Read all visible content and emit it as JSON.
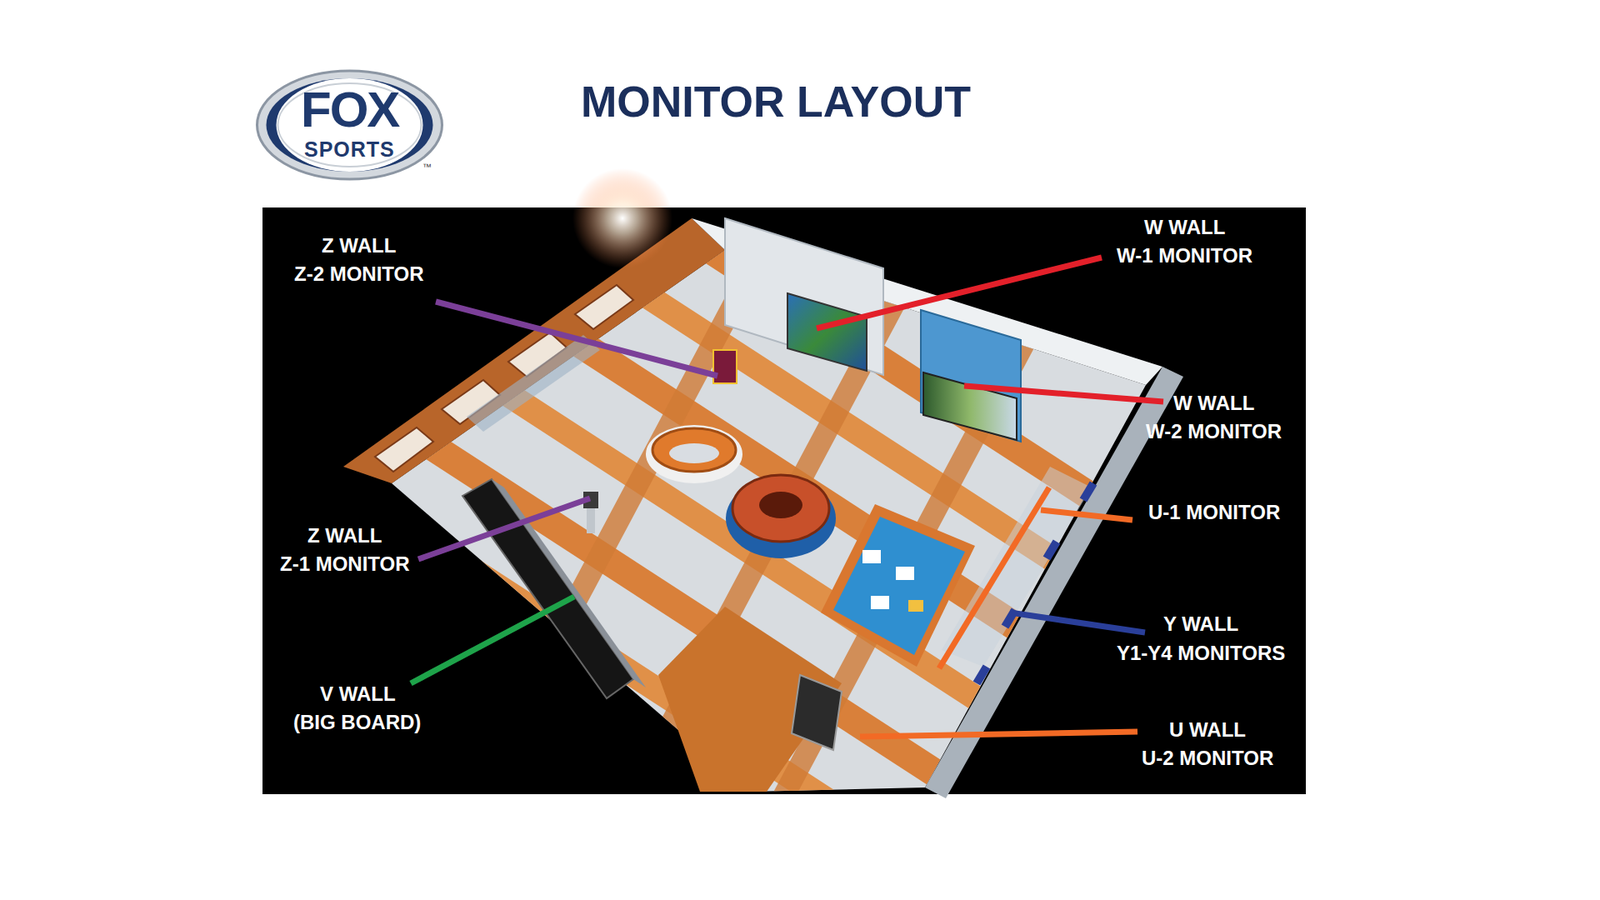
{
  "diagram": {
    "title": "MONITOR LAYOUT",
    "nodes": [
      {
        "text": [
          "FOX",
          "SPORTS"
        ]
      }
    ],
    "labels": [
      "Z WALL",
      "Z-2 MONITOR",
      "W WALL",
      "W-1 MONITOR",
      "W WALL",
      "W-2 MONITOR",
      "U-1 MONITOR",
      "Z WALL",
      "Z-1 MONITOR",
      "Y WALL",
      "Y1-Y4 MONITORS",
      "V WALL",
      "(BIG BOARD)",
      "U WALL",
      "U-2 MONITOR",
      "™"
    ]
  }
}
